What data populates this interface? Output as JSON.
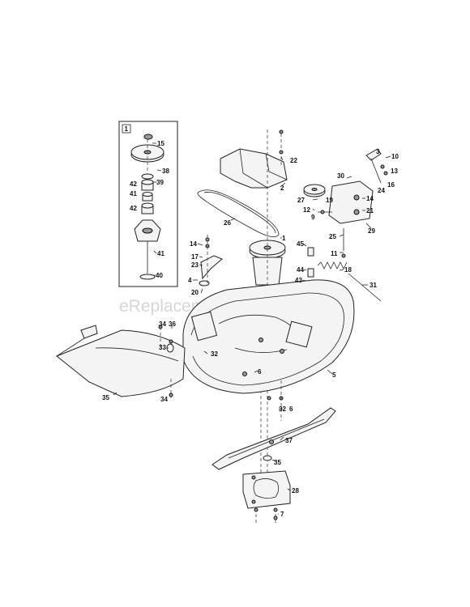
{
  "watermark": "eReplacementParts.com",
  "inset_box_label": "1",
  "part_labels": {
    "p1": "1",
    "p2": "2",
    "p3": "3",
    "p4": "4",
    "p5": "5",
    "p6a": "6",
    "p6b": "6",
    "p7": "7",
    "p9": "9",
    "p10": "10",
    "p11": "11",
    "p12": "12",
    "p13": "13",
    "p14a": "14",
    "p14b": "14",
    "p15": "15",
    "p16": "16",
    "p17": "17",
    "p18": "18",
    "p19": "19",
    "p20": "20",
    "p21": "21",
    "p22": "22",
    "p23": "23",
    "p24": "24",
    "p25": "25",
    "p26": "26",
    "p27": "27",
    "p28": "28",
    "p29": "29",
    "p30": "30",
    "p31": "31",
    "p32a": "32",
    "p32b": "32",
    "p33": "33",
    "p34a": "34",
    "p34b": "34",
    "p35a": "35",
    "p35b": "35",
    "p36": "36",
    "p37": "37",
    "p38": "38",
    "p39": "39",
    "p40": "40",
    "p41a": "41",
    "p41b": "41",
    "p42a": "42",
    "p42b": "42",
    "p43": "43",
    "p44": "44",
    "p45": "45"
  }
}
